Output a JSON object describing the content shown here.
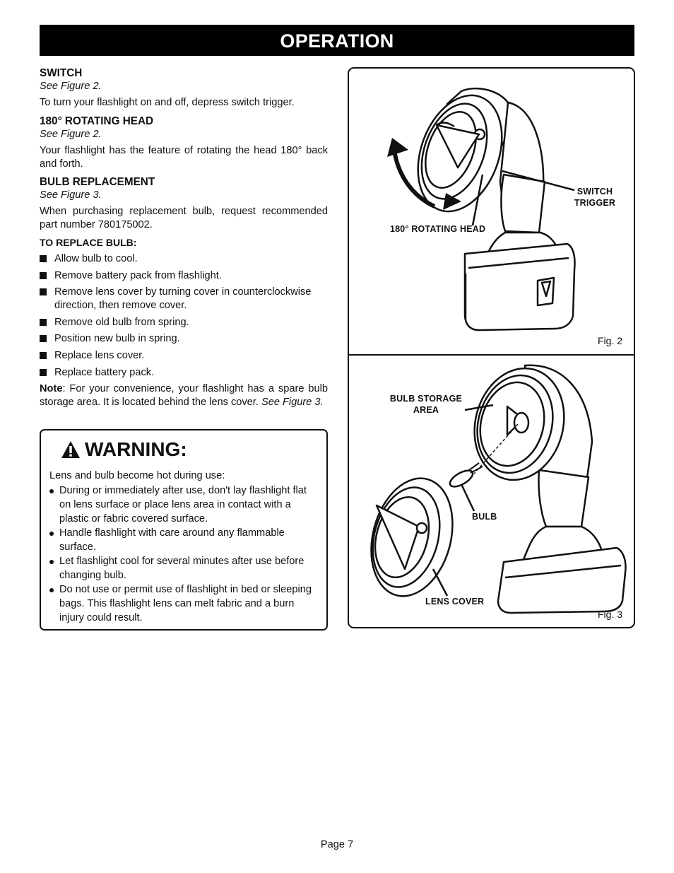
{
  "header": {
    "title": "OPERATION"
  },
  "switch": {
    "title": "SWITCH",
    "see": "See Figure 2.",
    "text": "To turn your flashlight on and off, depress switch trigger."
  },
  "rotating_head": {
    "title": "180° ROTATING HEAD",
    "see": "See Figure 2.",
    "text": "Your flashlight has the feature of rotating the head 180° back and forth."
  },
  "bulb_replacement": {
    "title": "BULB REPLACEMENT",
    "see": "See Figure 3.",
    "text": "When purchasing replacement bulb, request recommended part number 780175002.",
    "subhead": "TO REPLACE BULB:",
    "steps": [
      "Allow bulb to cool.",
      "Remove battery pack from flashlight.",
      "Remove lens cover by turning cover in counterclockwise direction, then remove cover.",
      "Remove old bulb from spring.",
      "Position new bulb in spring.",
      "Replace lens cover.",
      "Replace battery pack."
    ],
    "note_label": "Note",
    "note_text": ": For your convenience, your flashlight has a spare bulb storage area. It is located behind the lens cover.",
    "note_see": "See Figure 3."
  },
  "warning": {
    "title": "WARNING:",
    "intro": "Lens and bulb become hot during use:",
    "items": [
      "During or immediately after use, don't lay flashlight flat on lens surface or place lens area in contact with a plastic or fabric covered surface.",
      "Handle flashlight with care around any flammable surface.",
      "Let flashlight cool for several minutes after use before changing bulb.",
      "Do not use or permit use of flashlight in bed or sleeping bags. This flashlight lens can melt fabric and a burn injury could result."
    ]
  },
  "figure2": {
    "switch_label_1": "SWITCH",
    "switch_label_2": "TRIGGER",
    "rotating_label": "180° ROTATING HEAD",
    "caption": "Fig. 2"
  },
  "figure3": {
    "storage_label_1": "BULB STORAGE",
    "storage_label_2": "AREA",
    "bulb_label": "BULB",
    "lens_label": "LENS COVER",
    "caption": "Fig. 3"
  },
  "footer": {
    "page": "Page 7"
  }
}
